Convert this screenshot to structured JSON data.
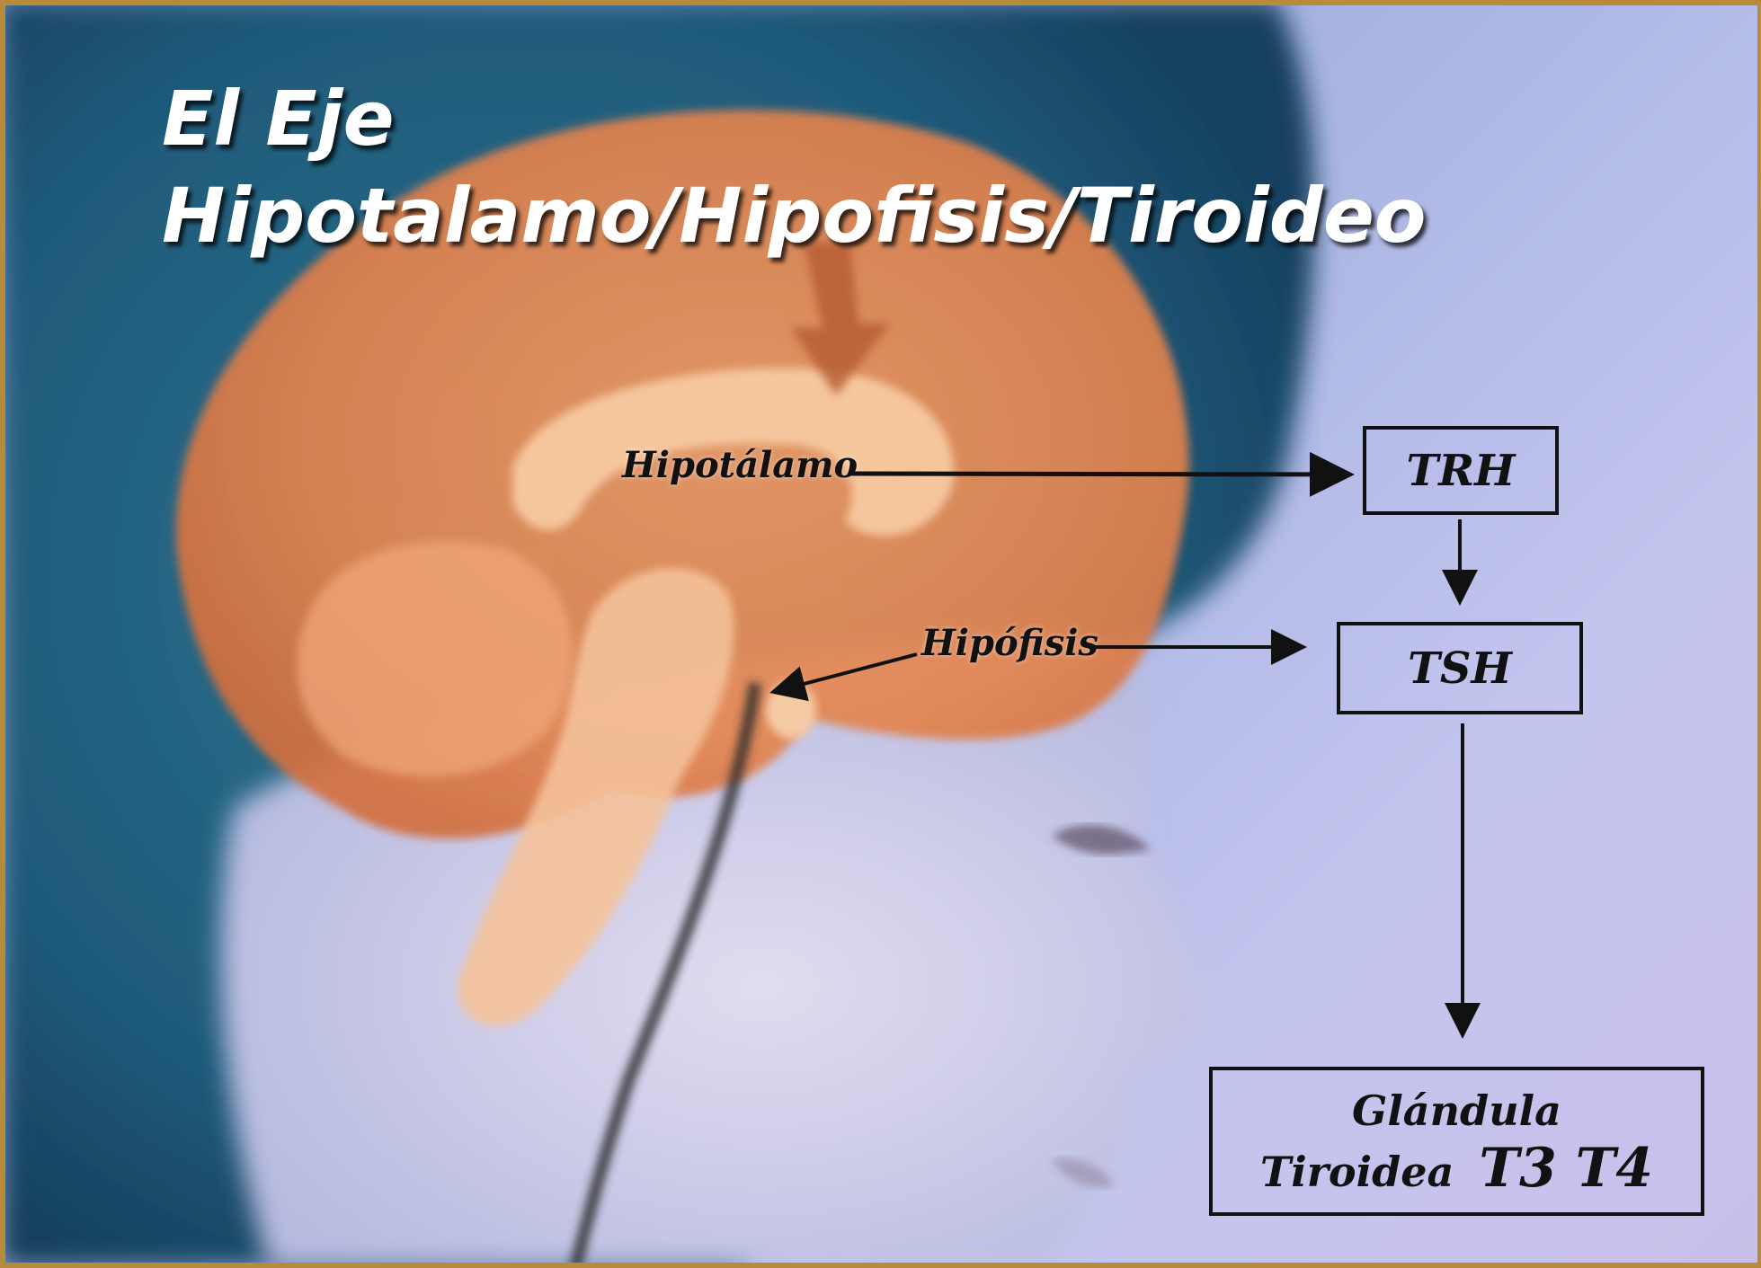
{
  "title": {
    "line1": "El Eje",
    "line2": "Hipotalamo/Hipofisis/Tiroideo"
  },
  "labels": {
    "hypothalamus": "Hipotálamo",
    "pituitary": "Hipófisis"
  },
  "boxes": {
    "trh": "TRH",
    "tsh": "TSH",
    "gland_line1": "Glándula",
    "gland_line2": "Tiroidea",
    "gland_hormones": "T3 T4"
  },
  "colors": {
    "brain": "#e98a55",
    "background": "#9fb0de",
    "hair": "#1f5a7a",
    "title_text": "#ffffff",
    "diagram_ink": "#111111"
  }
}
